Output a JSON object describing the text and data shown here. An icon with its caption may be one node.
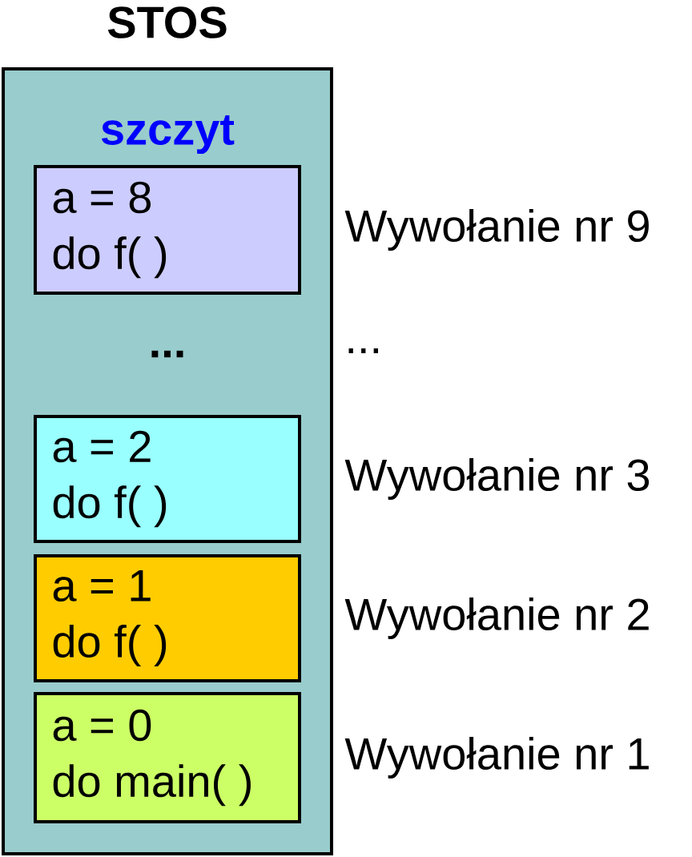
{
  "diagram": {
    "nodes": [
      {
        "text": [
          "STOS",
          "szczyt"
        ]
      },
      {
        "text": [
          "a = 8",
          "do f( )"
        ],
        "in": 0,
        "beside": [
          "Wywołanie nr 9"
        ]
      },
      {
        "text": [
          "a = 2",
          "do f( )"
        ],
        "in": 0,
        "beside": [
          "Wywołanie nr 3"
        ]
      },
      {
        "text": [
          "a = 1",
          "do f( )"
        ],
        "in": 0,
        "beside": [
          "Wywołanie nr 2"
        ]
      },
      {
        "text": [
          "a = 0",
          "do main( )"
        ],
        "in": 0,
        "beside": [
          "Wywołanie nr 1"
        ]
      }
    ],
    "labels": [
      "...",
      "..."
    ]
  }
}
